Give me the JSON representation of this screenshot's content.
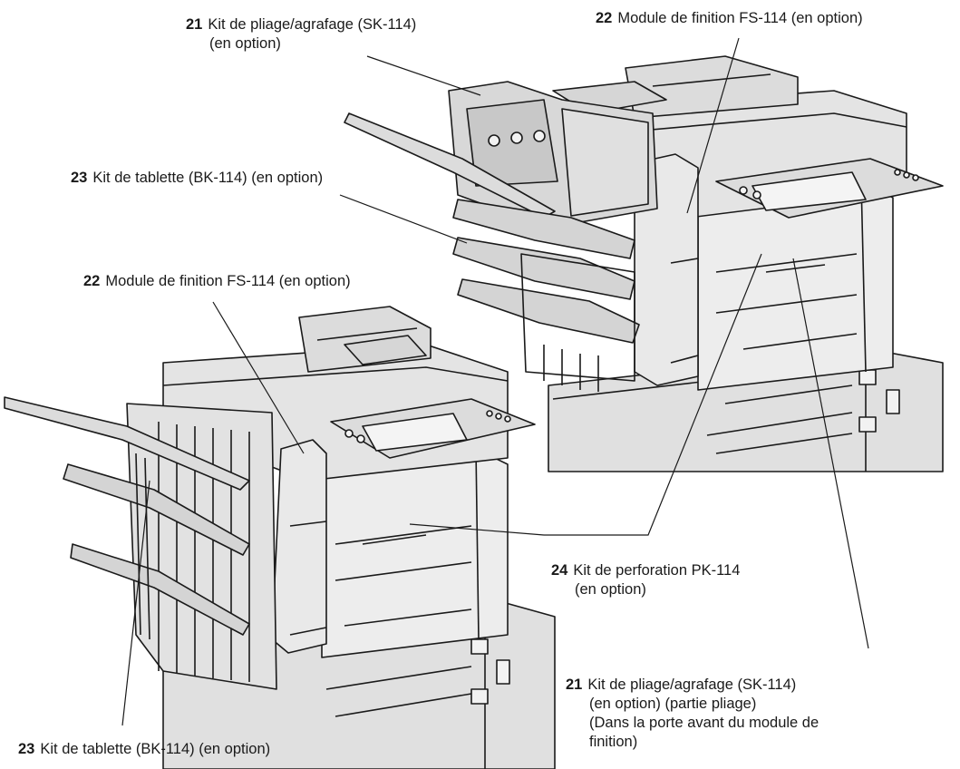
{
  "callouts": [
    {
      "id": "c21-top",
      "num": "21",
      "lines": [
        "Kit de pliage/agrafage (SK-114)",
        "(en option)"
      ]
    },
    {
      "id": "c22-top",
      "num": "22",
      "lines": [
        "Module de finition FS-114 (en option)"
      ]
    },
    {
      "id": "c23-top",
      "num": "23",
      "lines": [
        "Kit de tablette (BK-114) (en option)"
      ]
    },
    {
      "id": "c22-mid",
      "num": "22",
      "lines": [
        "Module de finition FS-114 (en option)"
      ]
    },
    {
      "id": "c24",
      "num": "24",
      "lines": [
        "Kit de perforation PK-114",
        "(en option)"
      ]
    },
    {
      "id": "c21-bottom",
      "num": "21",
      "lines": [
        "Kit de pliage/agrafage (SK-114)",
        "(en option) (partie pliage)",
        "(Dans la porte avant du module de",
        "finition)"
      ]
    },
    {
      "id": "c23-bottom",
      "num": "23",
      "lines": [
        "Kit de tablette (BK-114) (en option)"
      ]
    }
  ],
  "colors": {
    "line": "#1a1a1a",
    "fill": "#e6e6e6",
    "fill_dark": "#bdbdbd",
    "fill_light": "#f2f2f2"
  }
}
